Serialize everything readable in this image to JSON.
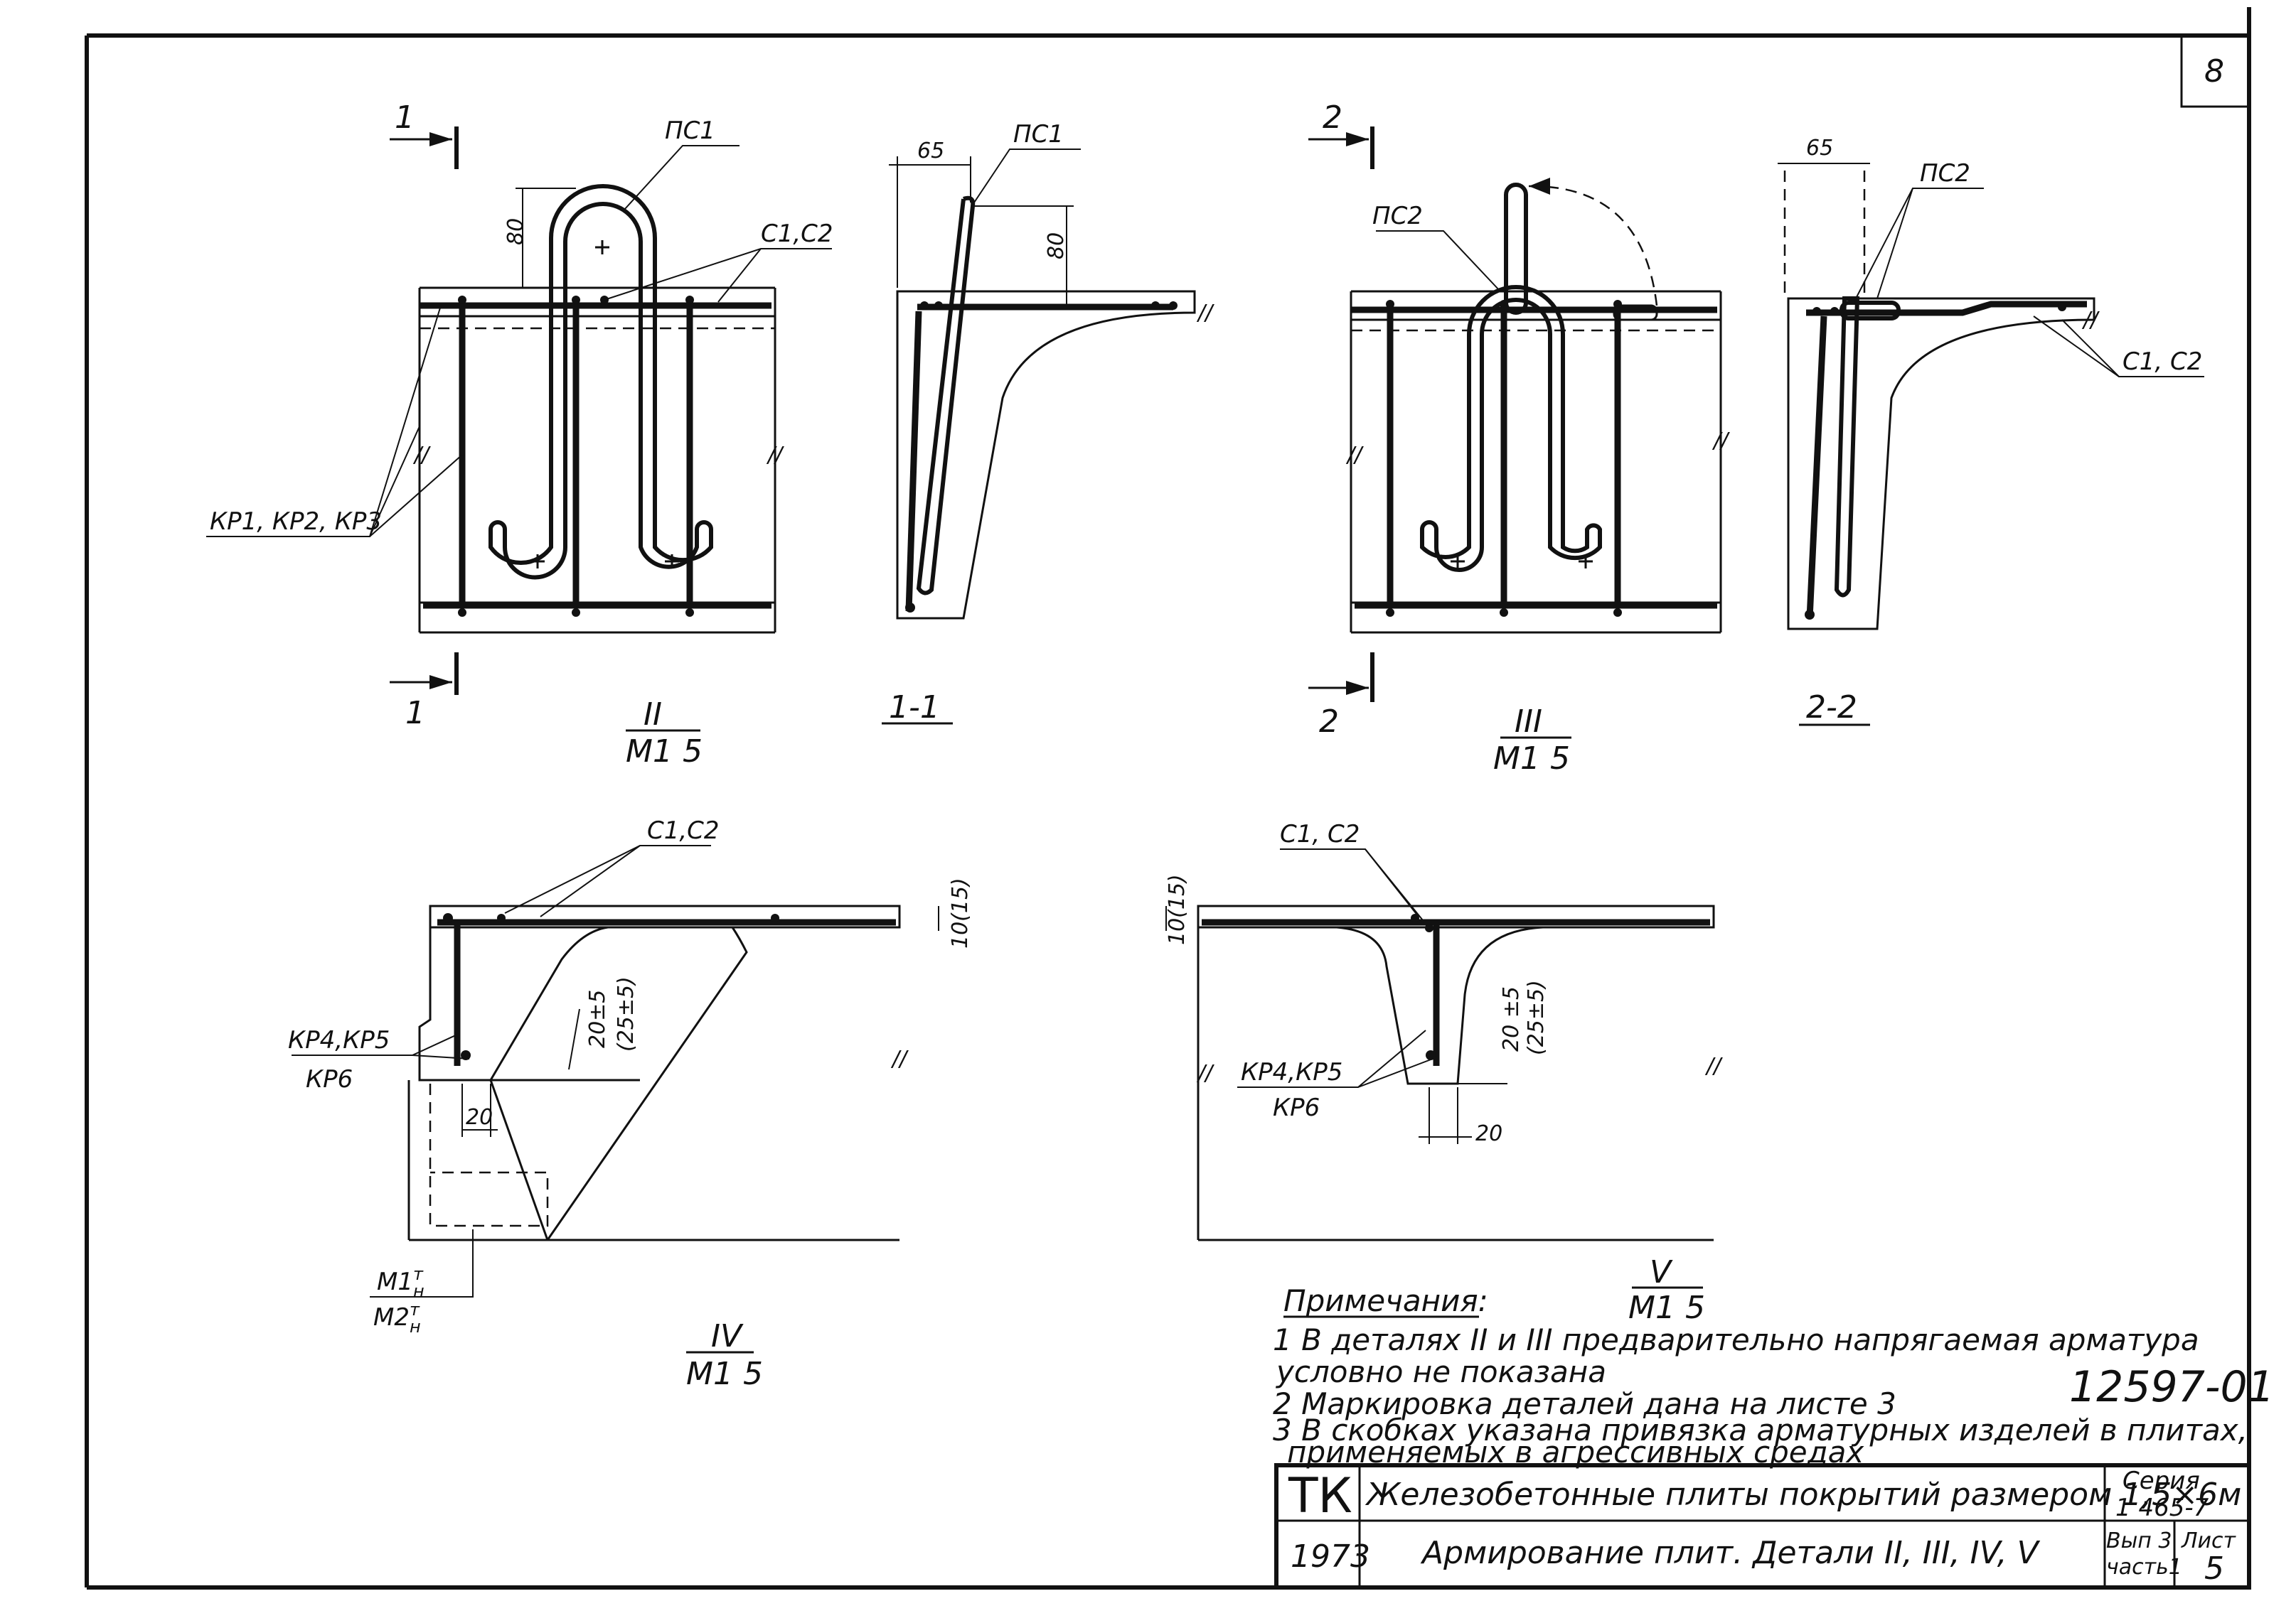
{
  "sheet": {
    "page_number": "8",
    "drawing_number": "12597-01"
  },
  "details": {
    "II": {
      "ps_label": "ПС1",
      "bar_label": "С1,С2",
      "frame_label": "КР1, КР2, КР3",
      "dim_80": "80",
      "section_mark_top": "1",
      "section_mark_bottom": "1",
      "caption_num": "II",
      "caption_scale": "М1 5"
    },
    "section_1_1": {
      "ps_label": "ПС1",
      "dim_65": "65",
      "dim_80": "80",
      "caption": "1-1"
    },
    "III": {
      "ps_label": "ПС2",
      "section_mark_top": "2",
      "section_mark_bottom": "2",
      "caption_num": "III",
      "caption_scale": "М1 5"
    },
    "section_2_2": {
      "ps_label": "ПС2",
      "dim_65": "65",
      "bar_label": "С1, С2",
      "caption": "2-2"
    },
    "IV": {
      "bar_label": "С1,С2",
      "frame_label_top": "КР4,КР5",
      "frame_label_bottom": "КР6",
      "dim_thickness": "10(15)",
      "dim_cover": "20±5",
      "dim_cover_alt": "(25±5)",
      "dim_20": "20",
      "embed_top": "М1",
      "embed_bottom": "М2",
      "embed_sup": "т",
      "embed_sub": "н",
      "caption_num": "IV",
      "caption_scale": "М1 5"
    },
    "V": {
      "bar_label": "С1, С2",
      "frame_label_top": "КР4,КР5",
      "frame_label_bottom": "КР6",
      "dim_thickness": "10(15)",
      "dim_cover": "20 ±5",
      "dim_cover_alt": "(25±5)",
      "dim_20": "20",
      "caption_num": "V",
      "caption_scale": "М1 5"
    }
  },
  "notes": {
    "heading": "Примечания:",
    "items": [
      "1  В деталях II и III  предварительно напрягаемая арматура",
      "условно  не показана",
      "2  Маркировка   деталей    дана  на   листе  3",
      "3  В скобках указана привязка арматурных изделей в плитах,",
      "применяемых в агрессивных средах"
    ]
  },
  "title_block": {
    "org": "ТК",
    "year": "1973",
    "title": "Железобетонные плиты покрытий размером 1,5×6м",
    "subtitle": "Армирование плит.  Детали II, III, IV, V",
    "series_label": "Серия",
    "series_value": "1 465-7",
    "issue_label": "Вып 3",
    "issue_part": "часть1",
    "sheet_label": "Лист",
    "sheet_value": "5"
  }
}
